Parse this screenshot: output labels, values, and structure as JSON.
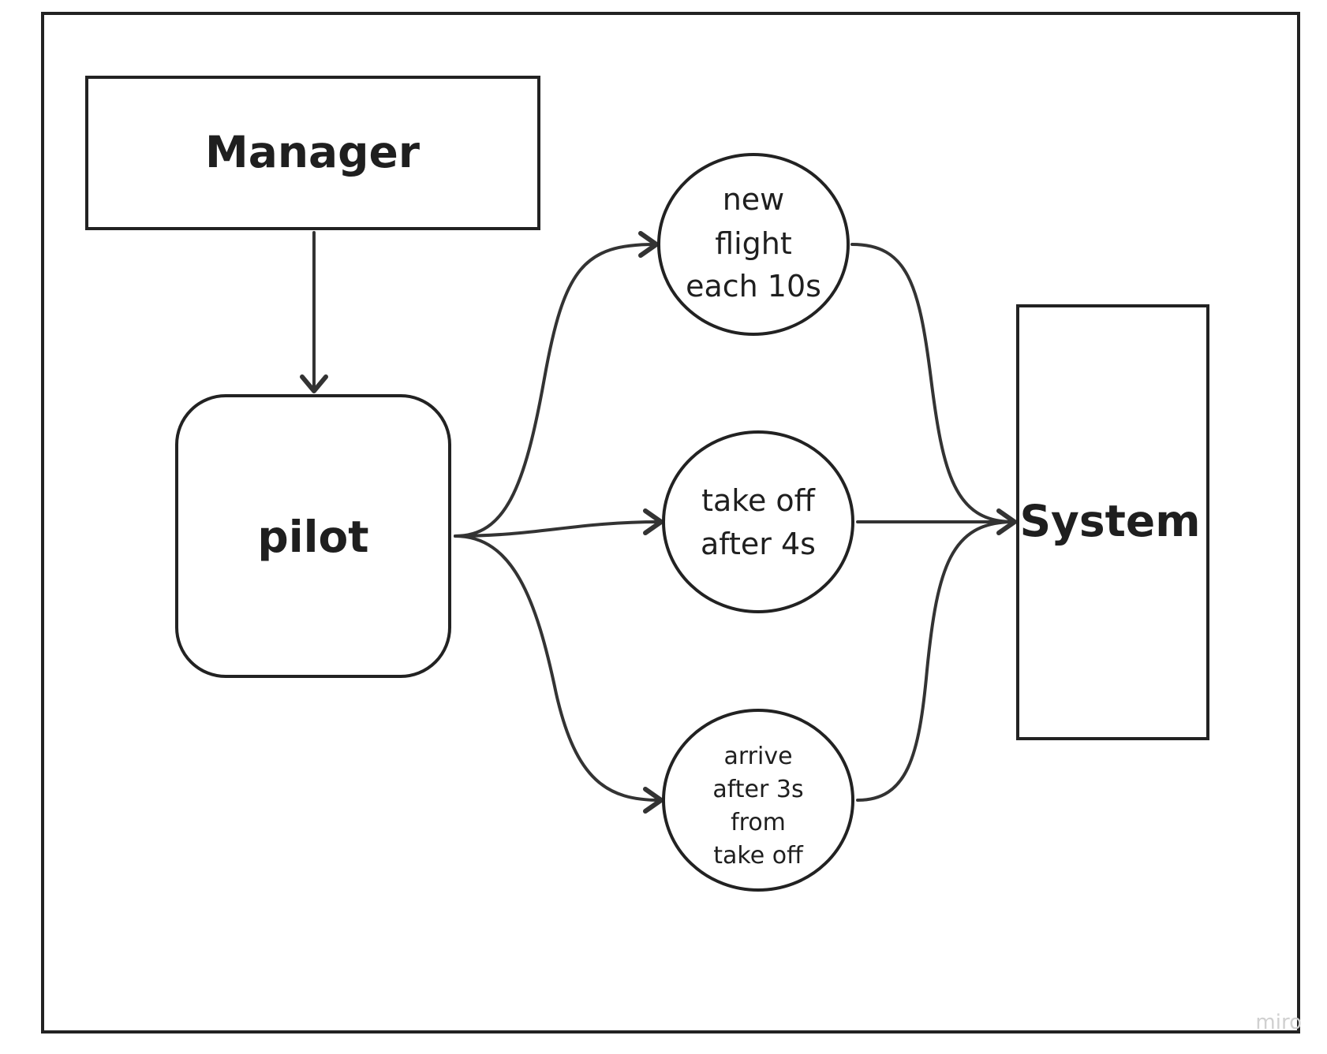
{
  "diagram": {
    "nodes": {
      "manager": {
        "label": "Manager"
      },
      "pilot": {
        "label": "pilot"
      },
      "new_flight": {
        "lines": [
          "new",
          "flight",
          "each 10s"
        ]
      },
      "take_off": {
        "lines": [
          "take off",
          "after 4s"
        ]
      },
      "arrive": {
        "lines": [
          "arrive",
          "after 3s",
          "from",
          "take off"
        ]
      },
      "system": {
        "label": "System"
      }
    },
    "edges": [
      {
        "from": "Manager",
        "to": "pilot"
      },
      {
        "from": "pilot",
        "to": "new flight each 10s"
      },
      {
        "from": "pilot",
        "to": "take off after 4s"
      },
      {
        "from": "pilot",
        "to": "arrive after 3s from take off"
      },
      {
        "from": "new flight each 10s",
        "to": "System"
      },
      {
        "from": "take off after 4s",
        "to": "System"
      },
      {
        "from": "arrive after 3s from take off",
        "to": "System"
      }
    ]
  },
  "watermark": "miro"
}
